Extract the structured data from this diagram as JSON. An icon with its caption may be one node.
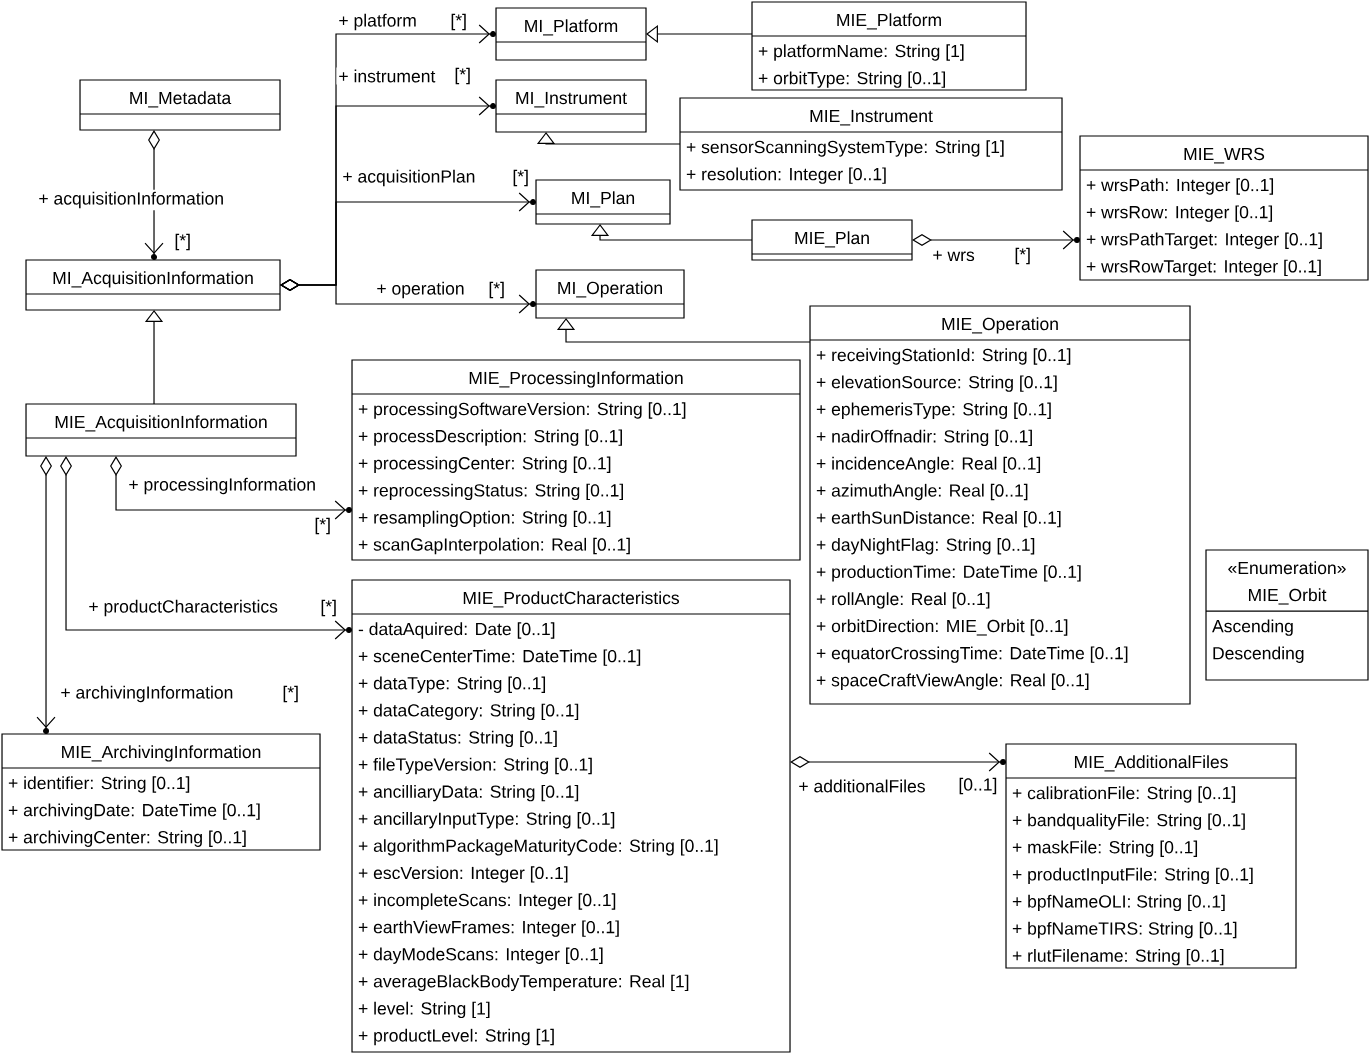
{
  "diagram": {
    "nodes": [
      {
        "text": [
          "MI_Metadata"
        ]
      },
      {
        "text": [
          "MI_AcquisitionInformation"
        ]
      },
      {
        "text": [
          "MIE_AcquisitionInformation"
        ]
      },
      {
        "text": [
          "MI_Platform"
        ]
      },
      {
        "text": [
          "MI_Instrument"
        ]
      },
      {
        "text": [
          "MI_Plan"
        ]
      },
      {
        "text": [
          "MI_Operation"
        ]
      },
      {
        "text": [
          "MIE_Platform",
          "+ platformName: String [1]",
          "+ orbitType: String [0..1]"
        ]
      },
      {
        "text": [
          "MIE_Instrument",
          "+ sensorScanningSystemType: String [1]",
          "+ resolution: Integer [0..1]"
        ]
      },
      {
        "text": [
          "MIE_Plan"
        ]
      },
      {
        "text": [
          "MIE_WRS",
          "+ wrsPath: Integer [0..1]",
          "+ wrsRow: Integer [0..1]",
          "+ wrsPathTarget: Integer [0..1]",
          "+ wrsRowTarget: Integer [0..1]"
        ]
      },
      {
        "text": [
          "MIE_Operation",
          "+ receivingStationId: String [0..1]",
          "+ elevationSource: String [0..1]",
          "+ ephemerisType: String [0..1]",
          "+ nadirOffnadir: String [0..1]",
          "+ incidenceAngle: Real [0..1]",
          "+ azimuthAngle: Real [0..1]",
          "+ earthSunDistance: Real [0..1]",
          "+ dayNightFlag: String [0..1]",
          "+ productionTime: DateTime [0..1]",
          "+ rollAngle: Real [0..1]",
          "+ orbitDirection: MIE_Orbit [0..1]",
          "+ equatorCrossingTime: DateTime [0..1]",
          "+ spaceCraftViewAngle: Real [0..1]"
        ]
      },
      {
        "text": [
          "MIE_ProcessingInformation",
          "+ processingSoftwareVersion: String [0..1]",
          "+ processDescription: String [0..1]",
          "+ processingCenter: String [0..1]",
          "+ reprocessingStatus: String [0..1]",
          "+ resamplingOption: String [0..1]",
          "+ scanGapInterpolation: Real [0..1]"
        ]
      },
      {
        "text": [
          "MIE_ProductCharacteristics",
          "- dataAquired: Date [0..1]",
          "+ sceneCenterTime: DateTime [0..1]",
          "+ dataType: String [0..1]",
          "+ dataCategory: String [0..1]",
          "+ dataStatus: String [0..1]",
          "+ fileTypeVersion: String [0..1]",
          "+ ancilliaryData: String [0..1]",
          "+ ancillaryInputType: String [0..1]",
          "+ algorithmPackageMaturityCode: String [0..1]",
          "+ escVersion: Integer [0..1]",
          "+ incompleteScans: Integer [0..1]",
          "+ earthViewFrames: Integer [0..1]",
          "+ dayModeScans: Integer [0..1]",
          "+ averageBlackBodyTemperature: Real [1]",
          "+ level: String [1]",
          "+ productLevel: String [1]"
        ]
      },
      {
        "text": [
          "«Enumeration»",
          "MIE_Orbit",
          "Ascending",
          "Descending"
        ]
      },
      {
        "text": [
          "MIE_ArchivingInformation",
          "+ identifier: String [0..1]",
          "+ archivingDate: DateTime [0..1]",
          "+ archivingCenter: String [0..1]"
        ]
      },
      {
        "text": [
          "MIE_AdditionalFiles",
          "+ calibrationFile: String [0..1]",
          "+ bandqualityFile: String [0..1]",
          "+ maskFile: String [0..1]",
          "+ productInputFile: String [0..1]",
          "+ bpfNameOLI: String [0..1]",
          "+ bpfNameTIRS: String [0..1]",
          "+ rlutFilename: String [0..1]"
        ]
      }
    ],
    "edges": [
      {
        "from": 0,
        "to": 1,
        "arrow": "to",
        "label": "+ acquisitionInformation"
      },
      {
        "from": 1,
        "to": 3,
        "arrow": "to",
        "label": "+ platform"
      },
      {
        "from": 1,
        "to": 4,
        "arrow": "to",
        "label": "+ instrument"
      },
      {
        "from": 1,
        "to": 5,
        "arrow": "to",
        "label": "+ acquisitionPlan"
      },
      {
        "from": 1,
        "to": 6,
        "arrow": "to",
        "label": "+ operation"
      },
      {
        "from": 7,
        "to": 3,
        "arrow": "to"
      },
      {
        "from": 8,
        "to": 4,
        "arrow": "to"
      },
      {
        "from": 9,
        "to": 5,
        "arrow": "to"
      },
      {
        "from": 9,
        "to": 10,
        "arrow": "to",
        "label": "+ wrs"
      },
      {
        "from": 11,
        "to": 6,
        "arrow": "to"
      },
      {
        "from": 2,
        "to": 1,
        "arrow": "to"
      },
      {
        "from": 2,
        "to": 12,
        "arrow": "to",
        "label": "+ processingInformation"
      },
      {
        "from": 2,
        "to": 13,
        "arrow": "to",
        "label": "+ productCharacteristics"
      },
      {
        "from": 2,
        "to": 15,
        "arrow": "to",
        "label": "+ archivingInformation"
      },
      {
        "from": 13,
        "to": 16,
        "arrow": "to",
        "label": "+ additionalFiles"
      }
    ],
    "labels": [
      "[*]",
      "[*]",
      "[*]",
      "[*]",
      "[*]",
      "[*]",
      "[*]",
      "[*]",
      "[*]",
      "[0..1]"
    ]
  }
}
